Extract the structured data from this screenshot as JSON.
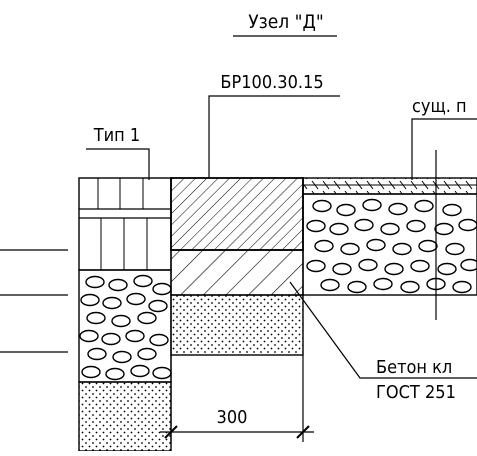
{
  "title": "Узел \"Д\"",
  "labels": {
    "curb": "БР100.30.15",
    "existing": "сущ. п",
    "type": "Тип 1",
    "concrete_line1": "Бетон кл",
    "concrete_line2": "ГОСТ 251",
    "dimension": "300"
  },
  "colors": {
    "ink": "#000000",
    "background": "#ffffff"
  }
}
